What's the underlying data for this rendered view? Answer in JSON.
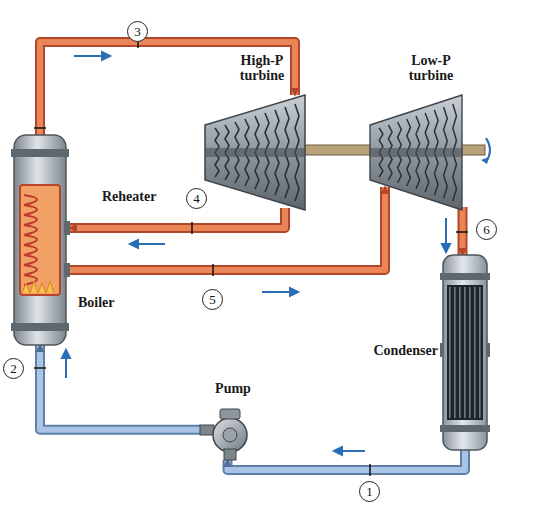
{
  "diagram": {
    "nodes": [
      {
        "text": [
          "High-P turbine"
        ]
      },
      {
        "text": [
          "Low-P turbine"
        ]
      },
      {
        "text": [
          "Boiler"
        ]
      },
      {
        "text": [
          "Condenser"
        ]
      },
      {
        "text": [
          "Pump"
        ]
      }
    ],
    "edges": [
      {
        "from": 4,
        "to": 2,
        "arrow": "to"
      },
      {
        "from": 2,
        "to": 0,
        "arrow": "to"
      },
      {
        "from": 0,
        "to": 2,
        "arrow": "to"
      },
      {
        "from": 2,
        "to": 1,
        "arrow": "to"
      },
      {
        "from": 1,
        "to": 3,
        "arrow": "to"
      },
      {
        "from": 3,
        "to": 4,
        "arrow": "to"
      }
    ],
    "labels": [
      "3",
      "Reheater",
      "4",
      "6",
      "5",
      "2",
      "1"
    ]
  }
}
